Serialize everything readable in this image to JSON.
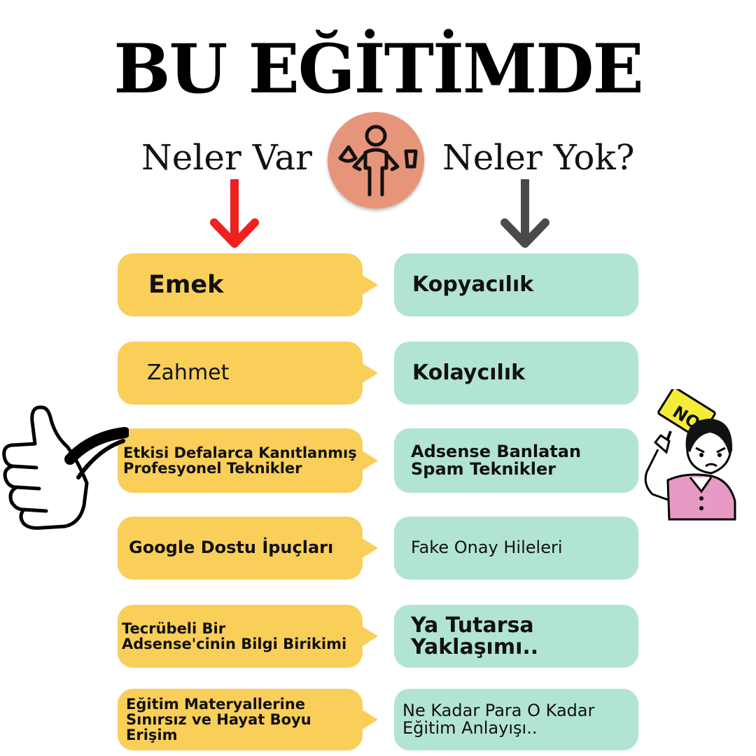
{
  "header": {
    "title": "BU EĞİTİMDE",
    "left_heading": "Neler Var",
    "right_heading": "Neler Yok?",
    "badge_icon": "person-balancing-icon",
    "left_arrow_color": "#ee2020",
    "right_arrow_color": "#4a4a4a"
  },
  "rows": [
    {
      "left": "Emek",
      "right": "Kopyacılık"
    },
    {
      "left": "Zahmet",
      "right": "Kolaycılık"
    },
    {
      "left_line1": "Etkisi Defalarca Kanıtlanmış",
      "left_line2": "Profesyonel Teknikler",
      "right_line1": "Adsense Banlatan",
      "right_line2": "Spam Teknikler"
    },
    {
      "left": "Google Dostu İpuçları",
      "right": "Fake Onay Hileleri"
    },
    {
      "left_line1": "Tecrübeli Bir",
      "left_line2": "Adsense'cinin Bilgi Birikimi",
      "right_line1": "Ya Tutarsa",
      "right_line2": "Yaklaşımı.."
    },
    {
      "left_line1": "Eğitim Materyallerine",
      "left_line2": "Sınırsız ve Hayat Boyu",
      "left_line3": "Erişim",
      "right_line1": "Ne Kadar Para O Kadar",
      "right_line2": "Eğitim Anlayışı.."
    }
  ],
  "illustrations": {
    "left": "thumbs-up-icon",
    "right": "woman-holding-no-sign",
    "sign_text": "NO!"
  },
  "colors": {
    "yes_box": "#f9cf5a",
    "no_box": "#b2e4d6",
    "badge": "#e7957a"
  }
}
